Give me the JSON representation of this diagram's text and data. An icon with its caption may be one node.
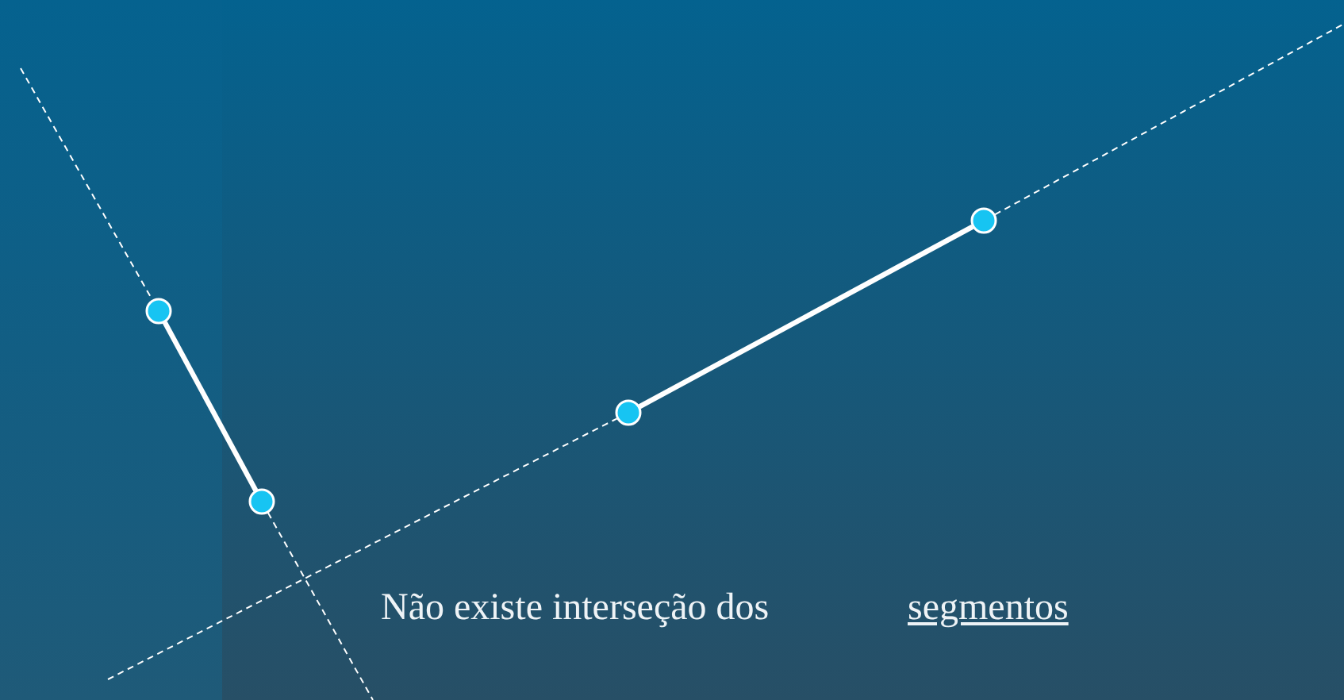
{
  "diagram": {
    "nodes": [
      {
        "text": [],
        "shape": "circle"
      },
      {
        "text": [],
        "shape": "circle"
      },
      {
        "text": [],
        "shape": "circle"
      },
      {
        "text": [],
        "shape": "circle"
      }
    ],
    "edges": [
      {
        "from": 0,
        "to": 1,
        "arrow": "none",
        "style": "thick"
      },
      {
        "from": 2,
        "to": 3,
        "arrow": "none",
        "style": "thick"
      },
      {
        "from": null,
        "to": 0,
        "arrow": "none",
        "style": "dashed"
      },
      {
        "from": 1,
        "to": null,
        "arrow": "none",
        "style": "dashed"
      },
      {
        "from": null,
        "to": 2,
        "arrow": "none",
        "style": "dashed"
      },
      {
        "from": 3,
        "to": null,
        "arrow": "none",
        "style": "dashed"
      }
    ],
    "labels": [
      "Não existe interseção dos",
      "segmentos"
    ]
  }
}
